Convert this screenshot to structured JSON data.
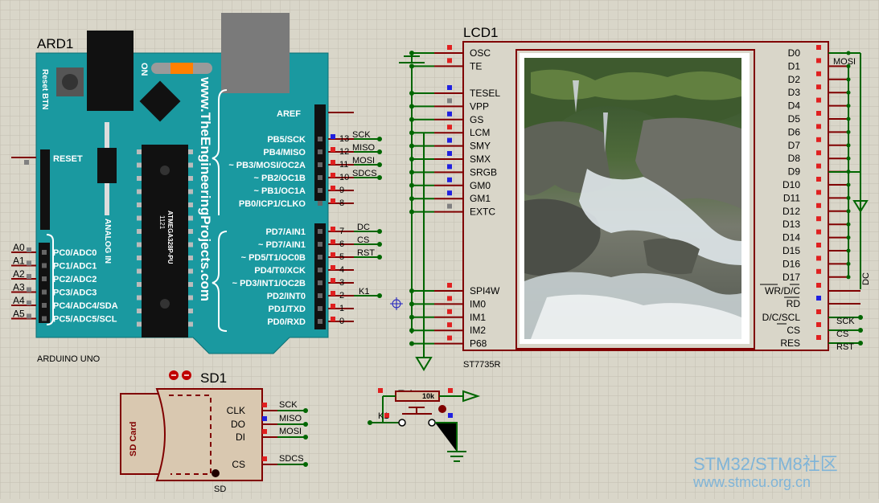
{
  "arduino": {
    "ref": "ARD1",
    "model": "ARDUINO UNO",
    "reset_btn": "Reset BTN",
    "on": "ON",
    "url": "www.TheEngineeringProjects.com",
    "analog_in": "ANALOG IN",
    "chip_name": "ATMEGA328P-PU",
    "chip_num": "1121",
    "reset_label": "RESET",
    "aref": "AREF",
    "right_labels_top": [
      "PB5/SCK",
      "PB4/MISO",
      "~ PB3/MOSI/OC2A",
      "~ PB2/OC1B",
      "~ PB1/OC1A",
      "PB0/ICP1/CLKO"
    ],
    "right_nums_top": [
      "13",
      "12",
      "11",
      "10",
      "9",
      "8"
    ],
    "right_labels_bottom": [
      "PD7/AIN1",
      "~ PD7/AIN1",
      "~ PD5/T1/OC0B",
      "PD4/T0/XCK",
      "~ PD3/INT1/OC2B",
      "PD2/INT0",
      "PD1/TXD",
      "PD0/RXD"
    ],
    "right_nums_bottom": [
      "7",
      "6",
      "5",
      "4",
      "3",
      "2",
      "1",
      "0"
    ],
    "left_labels": [
      "PC0/ADC0",
      "PC1/ADC1",
      "PC2/ADC2",
      "PC3/ADC3",
      "PC4/ADC4/SDA",
      "PC5/ADC5/SCL"
    ],
    "analog_terms": [
      "A0",
      "A1",
      "A2",
      "A3",
      "A4",
      "A5"
    ],
    "top_nets": [
      "SCK",
      "MISO",
      "MOSI",
      "SDCS"
    ],
    "bottom_nets": [
      "DC",
      "CS",
      "RST"
    ],
    "k1_net": "K1"
  },
  "lcd": {
    "ref": "LCD1",
    "model": "ST7735R",
    "left_pins_a": [
      "OSC",
      "TE"
    ],
    "left_pins_b": [
      "TESEL",
      "VPP",
      "GS",
      "LCM",
      "SMY",
      "SMX",
      "SRGB",
      "GM0",
      "GM1",
      "EXTC"
    ],
    "left_pins_c": [
      "SPI4W",
      "IM0",
      "IM1",
      "IM2",
      "P68"
    ],
    "right_pins": [
      "D0",
      "D1",
      "D2",
      "D3",
      "D4",
      "D5",
      "D6",
      "D7",
      "D8",
      "D9",
      "D10",
      "D11",
      "D12",
      "D13",
      "D14",
      "D15",
      "D16",
      "D17"
    ],
    "ctrl_pins": [
      "WR/D/C",
      "RD",
      "D/C/SCL",
      "CS",
      "RES"
    ],
    "mosi_net": "MOSI",
    "dc_net": "DC",
    "ctrl_nets": [
      "SCK",
      "CS",
      "RST"
    ]
  },
  "sd": {
    "ref": "SD1",
    "type": "SD",
    "card_label": "SD Card",
    "pins": [
      "CLK",
      "DO",
      "DI",
      "CS"
    ],
    "nets": [
      "SCK",
      "MISO",
      "MOSI",
      "SDCS"
    ]
  },
  "resistor": {
    "ref": "R1",
    "value": "10k",
    "net": "K1"
  },
  "watermark": {
    "line1": "STM32/STM8社区",
    "line2": "www.stmcu.org.cn"
  },
  "colors": {
    "board": "#1a99a0",
    "wire": "#006600",
    "outline": "#800000",
    "pin_red": "#e02020",
    "pin_blue": "#2020e0",
    "pin_gray": "#808080"
  }
}
